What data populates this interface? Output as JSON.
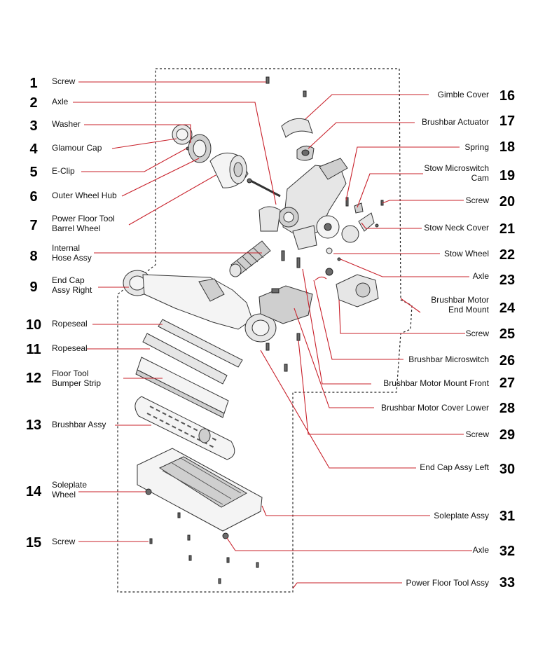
{
  "callouts": [
    {
      "n": "1",
      "lines": [
        "Screw"
      ]
    },
    {
      "n": "2",
      "lines": [
        "Axle"
      ]
    },
    {
      "n": "3",
      "lines": [
        "Washer"
      ]
    },
    {
      "n": "4",
      "lines": [
        "Glamour Cap"
      ]
    },
    {
      "n": "5",
      "lines": [
        "E-Clip"
      ]
    },
    {
      "n": "6",
      "lines": [
        "Outer Wheel Hub"
      ]
    },
    {
      "n": "7",
      "lines": [
        "Power Floor Tool",
        "Barrel Wheel"
      ]
    },
    {
      "n": "8",
      "lines": [
        "Internal",
        "Hose Assy"
      ]
    },
    {
      "n": "9",
      "lines": [
        "End Cap",
        "Assy Right"
      ]
    },
    {
      "n": "10",
      "lines": [
        "Ropeseal"
      ]
    },
    {
      "n": "11",
      "lines": [
        "Ropeseal"
      ]
    },
    {
      "n": "12",
      "lines": [
        "Floor Tool",
        "Bumper Strip"
      ]
    },
    {
      "n": "13",
      "lines": [
        "Brushbar Assy"
      ]
    },
    {
      "n": "14",
      "lines": [
        "Soleplate",
        "Wheel"
      ]
    },
    {
      "n": "15",
      "lines": [
        "Screw"
      ]
    },
    {
      "n": "16",
      "lines": [
        "Gimble Cover"
      ]
    },
    {
      "n": "17",
      "lines": [
        "Brushbar Actuator"
      ]
    },
    {
      "n": "18",
      "lines": [
        "Spring"
      ]
    },
    {
      "n": "19",
      "lines": [
        "Stow Microswitch",
        "Cam"
      ]
    },
    {
      "n": "20",
      "lines": [
        "Screw"
      ]
    },
    {
      "n": "21",
      "lines": [
        "Stow Neck Cover"
      ]
    },
    {
      "n": "22",
      "lines": [
        "Stow Wheel"
      ]
    },
    {
      "n": "23",
      "lines": [
        "Axle"
      ]
    },
    {
      "n": "24",
      "lines": [
        "Brushbar Motor",
        "End Mount"
      ]
    },
    {
      "n": "25",
      "lines": [
        "Screw"
      ]
    },
    {
      "n": "26",
      "lines": [
        "Brushbar Microswitch"
      ]
    },
    {
      "n": "27",
      "lines": [
        "Brushbar Motor Mount Front"
      ]
    },
    {
      "n": "28",
      "lines": [
        "Brushbar Motor Cover Lower"
      ]
    },
    {
      "n": "29",
      "lines": [
        "Screw"
      ]
    },
    {
      "n": "30",
      "lines": [
        "End Cap Assy Left"
      ]
    },
    {
      "n": "31",
      "lines": [
        "Soleplate Assy"
      ]
    },
    {
      "n": "32",
      "lines": [
        "Axle"
      ]
    },
    {
      "n": "33",
      "lines": [
        "Power Floor Tool Assy"
      ]
    }
  ],
  "colors": {
    "leader": "#c8202a",
    "text": "#111111",
    "background": "#ffffff"
  }
}
